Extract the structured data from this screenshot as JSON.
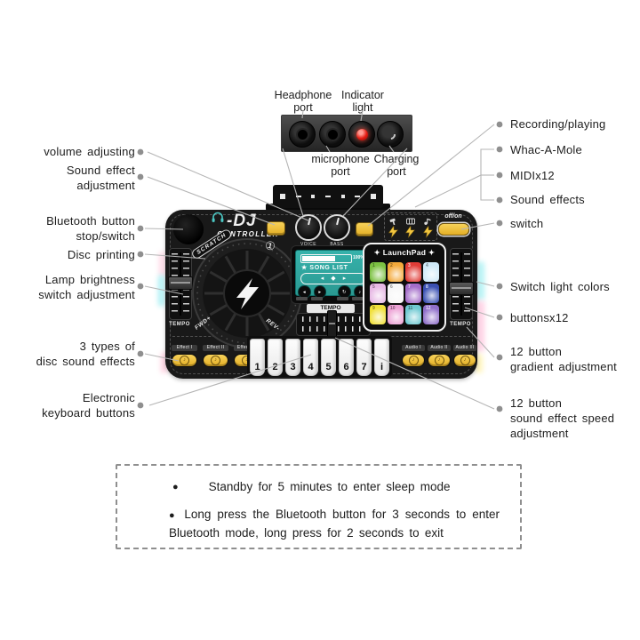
{
  "palette": {
    "accent_yellow": "#f2c53e",
    "screen_teal": "#35b1aa",
    "device_black": "#191919",
    "indicator_red": "#e41b12",
    "wire_gray": "#b5b5b5"
  },
  "top_ports": {
    "headphone": [
      "Headphone",
      "port"
    ],
    "indicator": [
      "Indicator",
      "light"
    ],
    "microphone": [
      "microphone",
      "port"
    ],
    "charging": [
      "Charging",
      "port"
    ]
  },
  "left_callouts": [
    {
      "lines": [
        "volume adjusting"
      ]
    },
    {
      "lines": [
        "Sound effect",
        "adjustment"
      ]
    },
    {
      "lines": [
        "Bluetooth button",
        "stop/switch"
      ]
    },
    {
      "lines": [
        "Disc printing"
      ]
    },
    {
      "lines": [
        "Lamp brightness",
        "switch adjustment"
      ]
    },
    {
      "lines": [
        "3 types of",
        "disc sound effects"
      ]
    },
    {
      "lines": [
        "Electronic",
        "keyboard buttons"
      ]
    }
  ],
  "right_callouts": [
    {
      "lines": [
        "Recording/playing"
      ]
    },
    {
      "lines": [
        "Whac-A-Mole"
      ]
    },
    {
      "lines": [
        "MIDIx12"
      ]
    },
    {
      "lines": [
        "Sound effects"
      ]
    },
    {
      "lines": [
        "switch"
      ]
    },
    {
      "lines": [
        "Switch light colors"
      ]
    },
    {
      "lines": [
        "buttonsx12"
      ]
    },
    {
      "lines": [
        "12 button",
        "gradient adjustment"
      ]
    },
    {
      "lines": [
        "12 button",
        "sound effect speed",
        "adjustment"
      ]
    }
  ],
  "device": {
    "logo": {
      "dj": "-DJ",
      "controller": "CONTROLLER"
    },
    "knobs": {
      "voice": "VOICE",
      "bass": "BASS"
    },
    "power_label": "off/on",
    "tempo_left": "TEMPO",
    "tempo_right": "TEMPO",
    "tempo_center": "TEMPO",
    "disc": {
      "scratch": "SCRATCH",
      "fwd": "FWD+",
      "rev": "REV-",
      "badge": "①"
    },
    "screen": {
      "percent": "100%",
      "title": "★ SONG LIST",
      "cassette_icons": [
        "◂",
        "◆",
        "▸"
      ],
      "button_icons": [
        "◂",
        "▸",
        "↻",
        "♪"
      ]
    },
    "launchpad": {
      "title": "✦ LaunchPad ✦",
      "pads": [
        {
          "num": "1",
          "color": "#7cc142"
        },
        {
          "num": "2",
          "color": "#f4a93a"
        },
        {
          "num": "3",
          "color": "#e03c37"
        },
        {
          "num": "4",
          "color": "#cfe9f8"
        },
        {
          "num": "5",
          "color": "#e7b9e5"
        },
        {
          "num": "6",
          "color": "#f7f7f7"
        },
        {
          "num": "7",
          "color": "#a36cc9"
        },
        {
          "num": "8",
          "color": "#3a50b2"
        },
        {
          "num": "9",
          "color": "#f1e13d"
        },
        {
          "num": "10",
          "color": "#eda2d6"
        },
        {
          "num": "11",
          "color": "#6fc9d2"
        },
        {
          "num": "12",
          "color": "#8f6fc9"
        }
      ]
    },
    "effect_buttons": [
      "Effect I",
      "Effect II",
      "Effect III"
    ],
    "audio_buttons": [
      "Audio I",
      "Audio II",
      "Audio III"
    ],
    "button_icon": "♪",
    "keys": [
      "1",
      "2",
      "3",
      "4",
      "5",
      "6",
      "7",
      "i"
    ]
  },
  "notes": {
    "bullet": "●",
    "standby": "Standby for 5 minutes to enter sleep mode",
    "bluetooth": "Long press the Bluetooth button for 3 seconds to enter Bluetooth mode, long press for 2 seconds to exit"
  }
}
